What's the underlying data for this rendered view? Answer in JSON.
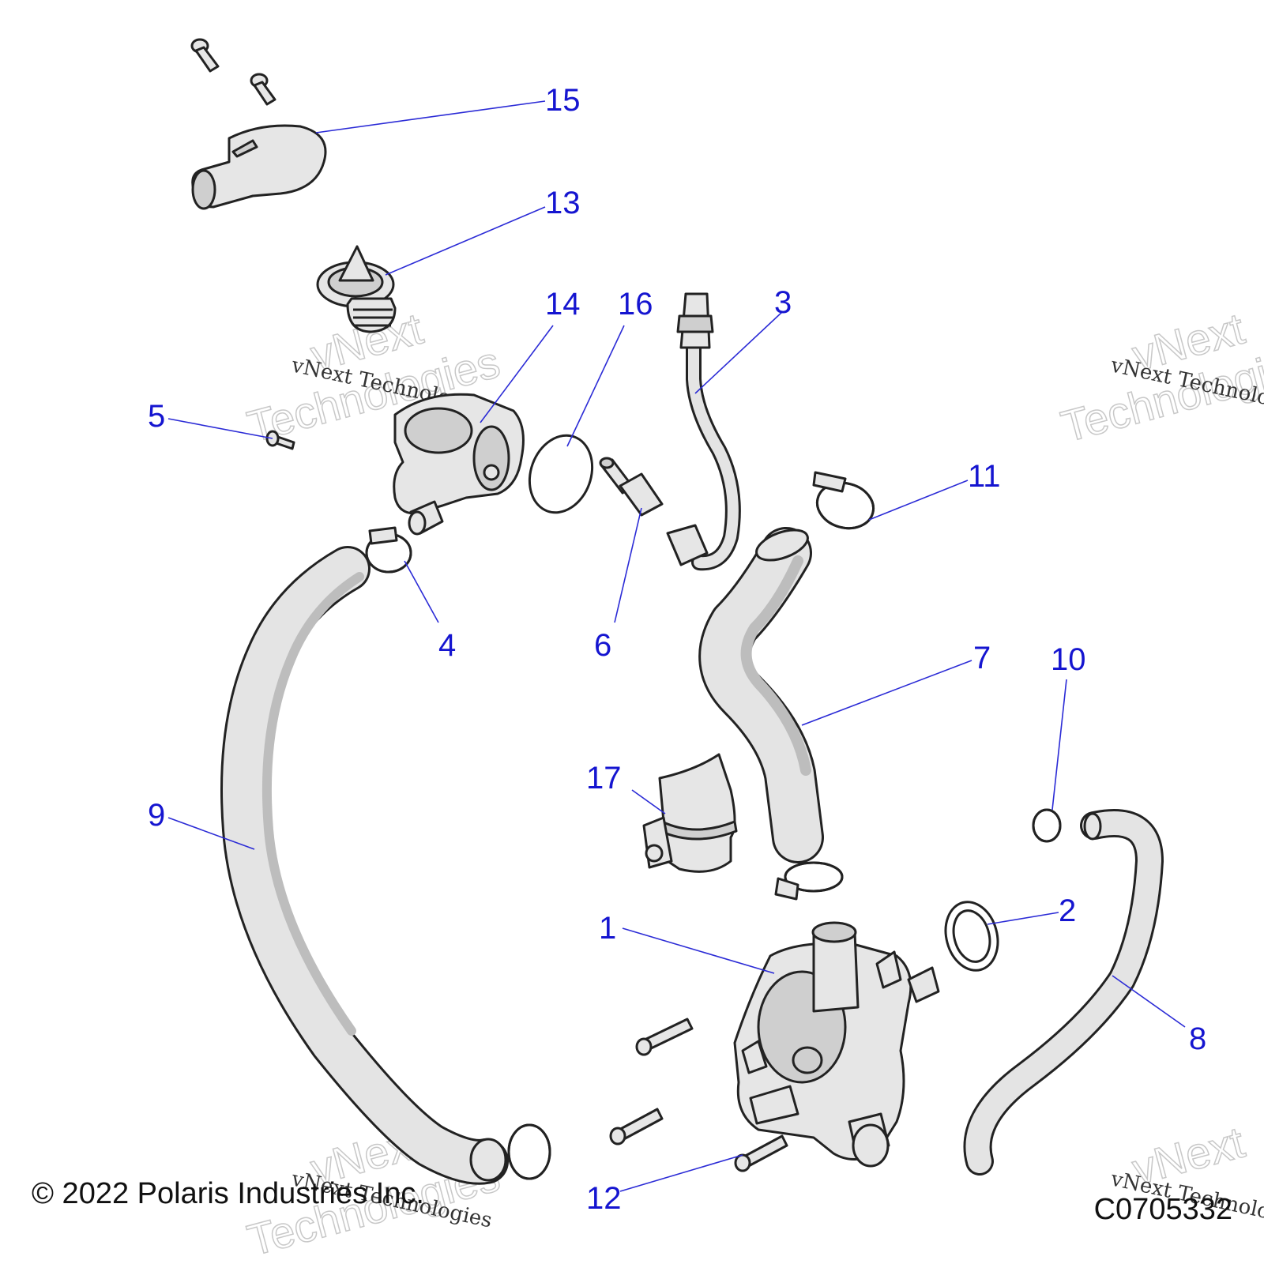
{
  "callouts": {
    "c1": "1",
    "c2": "2",
    "c3": "3",
    "c4": "4",
    "c5": "5",
    "c6": "6",
    "c7": "7",
    "c8": "8",
    "c9": "9",
    "c10": "10",
    "c11": "11",
    "c12": "12",
    "c13": "13",
    "c14": "14",
    "c15": "15",
    "c16": "16",
    "c17": "17"
  },
  "watermark": {
    "line": "vNext Technologies",
    "word1": "vNext",
    "word2": "Technologies"
  },
  "footer": {
    "copyright": "© 2022 Polaris Industries Inc.",
    "figure_code": "C0705332"
  },
  "colors": {
    "callout": "#1515d0",
    "outline": "#222222",
    "part_fill": "#e6e6e6"
  }
}
